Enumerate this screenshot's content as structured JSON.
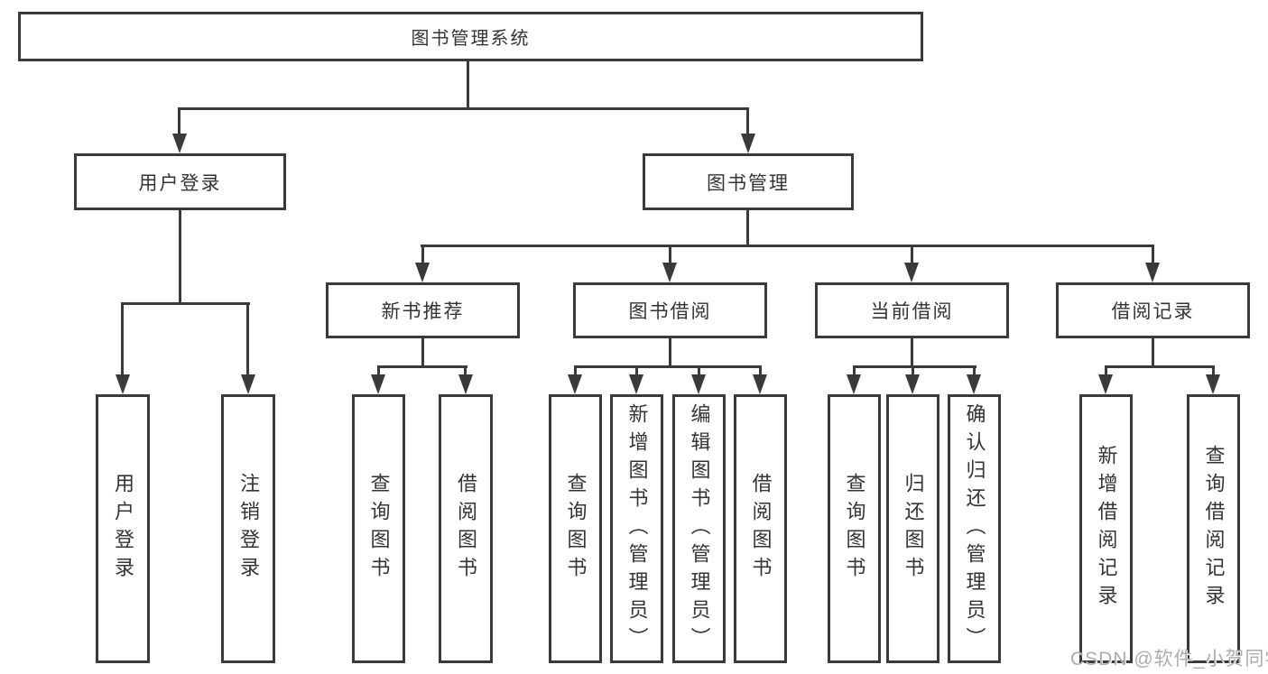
{
  "tree": {
    "root": {
      "label": "图书管理系统"
    },
    "children": [
      {
        "label": "用户登录",
        "children": [
          {
            "label": "用户登录"
          },
          {
            "label": "注销登录"
          }
        ]
      },
      {
        "label": "图书管理",
        "children": [
          {
            "label": "新书推荐",
            "children": [
              {
                "label": "查询图书"
              },
              {
                "label": "借阅图书"
              }
            ]
          },
          {
            "label": "图书借阅",
            "children": [
              {
                "label": "查询图书"
              },
              {
                "label": "新增图书（管理员）"
              },
              {
                "label": "编辑图书（管理员）"
              },
              {
                "label": "借阅图书"
              }
            ]
          },
          {
            "label": "当前借阅",
            "children": [
              {
                "label": "查询图书"
              },
              {
                "label": "归还图书"
              },
              {
                "label": "确认归还（管理员）"
              }
            ]
          },
          {
            "label": "借阅记录",
            "children": [
              {
                "label": "新增借阅记录"
              },
              {
                "label": "查询借阅记录"
              }
            ]
          }
        ]
      }
    ]
  },
  "watermark": {
    "text": "CSDN @软件_小贺同学"
  },
  "colors": {
    "line": "#3a3a3e",
    "text": "#333338",
    "watermark": "#acacb0",
    "background": "#ffffff"
  }
}
